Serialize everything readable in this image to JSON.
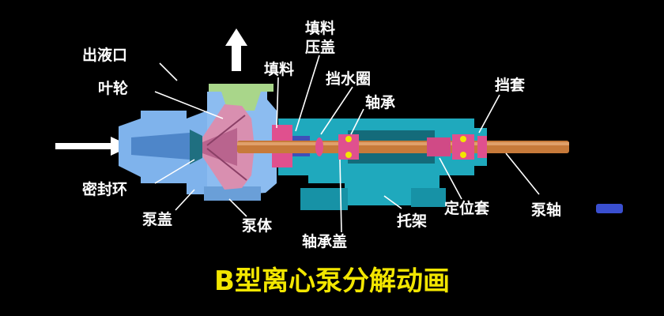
{
  "title": "B型离心泵分解动画",
  "labels": {
    "outlet": "出液口",
    "impeller": "叶轮",
    "gland_line1": "填料",
    "gland_line2": "压盖",
    "packing": "填料",
    "water_ring": "挡水圈",
    "bearing": "轴承",
    "sleeve": "挡套",
    "seal_ring": "密封环",
    "pump_cover": "泵盖",
    "pump_body": "泵体",
    "bearing_cover": "轴承盖",
    "bracket": "托架",
    "locating_sleeve": "定位套",
    "pump_shaft": "泵轴"
  },
  "colors": {
    "background": "#000000",
    "title": "#f2e600",
    "casing": "#7fb3ec",
    "bracket": "#1fa9bd",
    "impeller": "#d98fb0",
    "shaft": "#c77a3a",
    "outlet_flange": "#a9d68a",
    "pink_parts": "#e0508e",
    "arrow": "#ffffff"
  }
}
